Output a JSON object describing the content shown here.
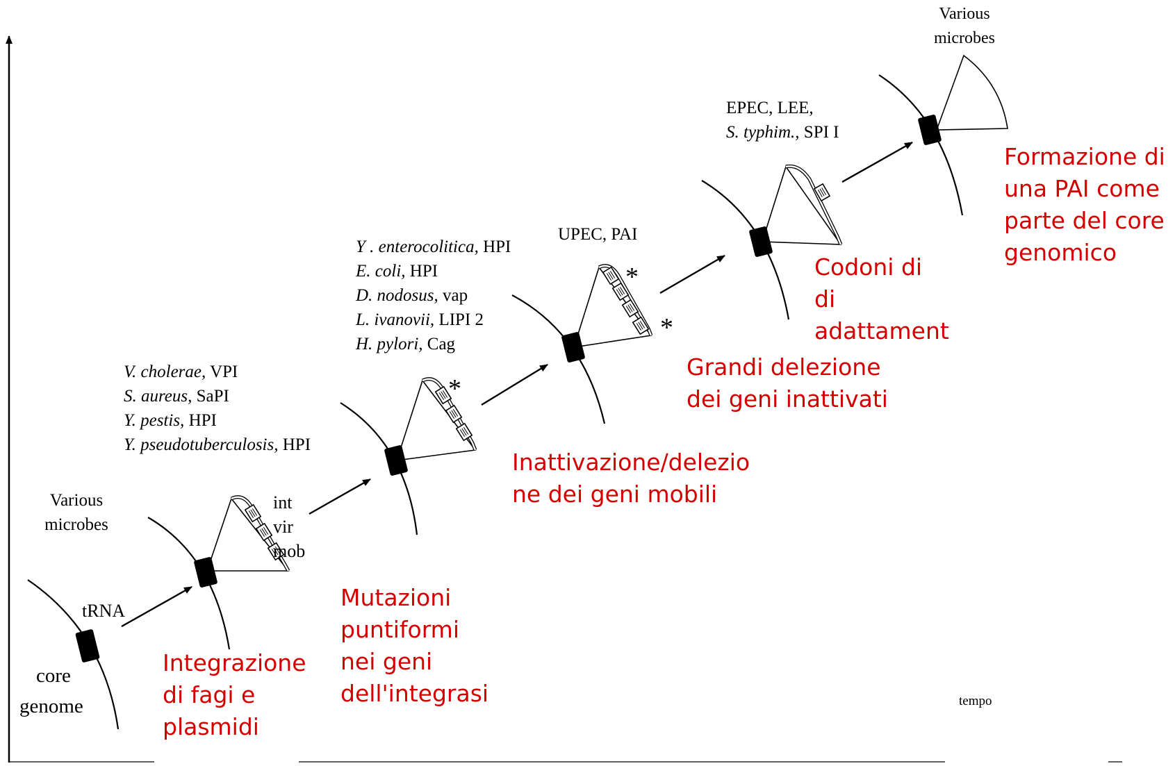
{
  "stages": [
    {
      "source": [
        "Various",
        "microbes"
      ],
      "labels": [
        "tRNA",
        "core",
        "genome"
      ],
      "caption": [
        "Integrazione",
        "di fagi e",
        "plasmidi"
      ]
    },
    {
      "genes": [
        "int",
        "vir",
        "mob"
      ],
      "caption": [
        "Mutazioni",
        "puntiformi",
        "nei geni",
        "dell'integrasi"
      ]
    },
    {
      "examples": [
        {
          "species": "V. cholerae,",
          "island": "VPI"
        },
        {
          "species": "S. aureus,",
          "island": "SaPI"
        },
        {
          "species": "Y. pestis,",
          "island": "HPI"
        },
        {
          "species": "Y. pseudotuberculosis,",
          "island": "HPI"
        }
      ],
      "caption": [
        "Inattivazione/delezio",
        "ne dei geni mobili"
      ]
    },
    {
      "examples": [
        {
          "species": "Y . enterocolitica,",
          "island": "HPI"
        },
        {
          "species": "E. coli,",
          "island": "HPI"
        },
        {
          "species": "D. nodosus,",
          "island": "vap"
        },
        {
          "species": "L. ivanovii,",
          "island": "LIPI 2"
        },
        {
          "species": "H. pylori,",
          "island": "Cag"
        }
      ],
      "caption": [
        "Grandi delezione",
        "dei geni inattivati"
      ]
    },
    {
      "examples": [
        {
          "species": "",
          "island": "UPEC, PAI"
        }
      ],
      "caption": [
        "Codoni  di",
        "di",
        "adattament"
      ]
    },
    {
      "examples": [
        {
          "species": "",
          "island": "EPEC, LEE,"
        },
        {
          "species": "S. typhim.,",
          "island": "SPI I"
        }
      ]
    },
    {
      "source": [
        "Various",
        "microbes"
      ],
      "caption": [
        "Formazione di",
        "una PAI come",
        "parte del core",
        "genomico"
      ]
    }
  ],
  "x_axis_label": "tempo",
  "mutation_marker": "*"
}
